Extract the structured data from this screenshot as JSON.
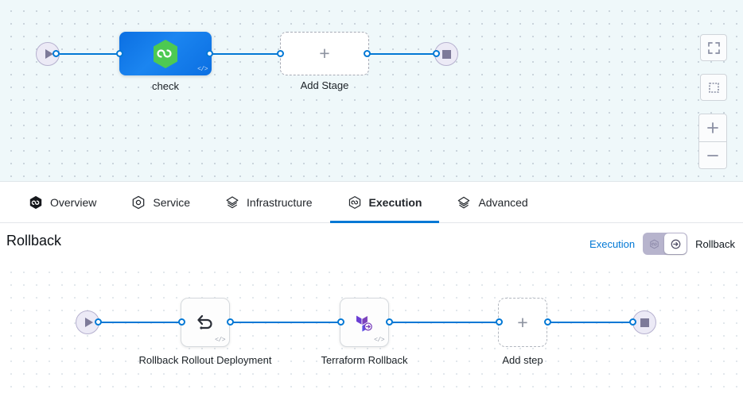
{
  "colors": {
    "accent_blue": "#0278d5",
    "stage_blue": "#0b6fe2",
    "harness_green": "#4dc952",
    "terraform_purple": "#7b42bc",
    "terminal_lavender": "#eceaf6",
    "terminal_glyph": "#7d7a99",
    "top_canvas_bg": "#eff8fa",
    "bottom_canvas_bg": "#ffffff"
  },
  "pipeline_canvas": {
    "start_node": {
      "name": "start-node",
      "icon": "play-icon"
    },
    "stages": [
      {
        "label": "check",
        "icon": "harness-hexagon-icon",
        "badge": "</>",
        "type": "stage"
      },
      {
        "label": "Add Stage",
        "icon": "plus-icon",
        "type": "add"
      }
    ],
    "end_node": {
      "name": "end-node",
      "icon": "stop-square-icon"
    },
    "controls": [
      {
        "name": "fit-to-screen-button",
        "icon": "expand-icon"
      },
      {
        "name": "selection-mode-button",
        "icon": "dashed-square-icon"
      },
      {
        "name": "zoom-in-button",
        "icon": "plus-icon",
        "glyph": "+"
      },
      {
        "name": "zoom-out-button",
        "icon": "minus-icon",
        "glyph": "−"
      }
    ]
  },
  "tabs": [
    {
      "label": "Overview",
      "icon": "harness-solid-hexagon-icon",
      "active": false
    },
    {
      "label": "Service",
      "icon": "service-hexagon-icon",
      "active": false
    },
    {
      "label": "Infrastructure",
      "icon": "infrastructure-layers-icon",
      "active": false
    },
    {
      "label": "Execution",
      "icon": "execution-infinity-icon",
      "active": true
    },
    {
      "label": "Advanced",
      "icon": "advanced-layers-icon",
      "active": false
    }
  ],
  "rollback_section": {
    "title": "Rollback",
    "toggle": {
      "left_label": "Execution",
      "right_label": "Rollback",
      "left_icon": "execution-infinity-icon",
      "right_icon": "rollback-arrow-icon",
      "selected": "Rollback"
    },
    "start_node": {
      "name": "rollback-start-node",
      "icon": "play-icon"
    },
    "steps": [
      {
        "label": "Rollback Rollout Deployment",
        "icon": "rollback-arrow-icon",
        "badge": "</>",
        "type": "step"
      },
      {
        "label": "Terraform Rollback",
        "icon": "terraform-rollback-icon",
        "badge": "</>",
        "type": "step"
      },
      {
        "label": "Add step",
        "icon": "plus-icon",
        "type": "add"
      }
    ],
    "end_node": {
      "name": "rollback-end-node",
      "icon": "stop-square-icon"
    }
  }
}
